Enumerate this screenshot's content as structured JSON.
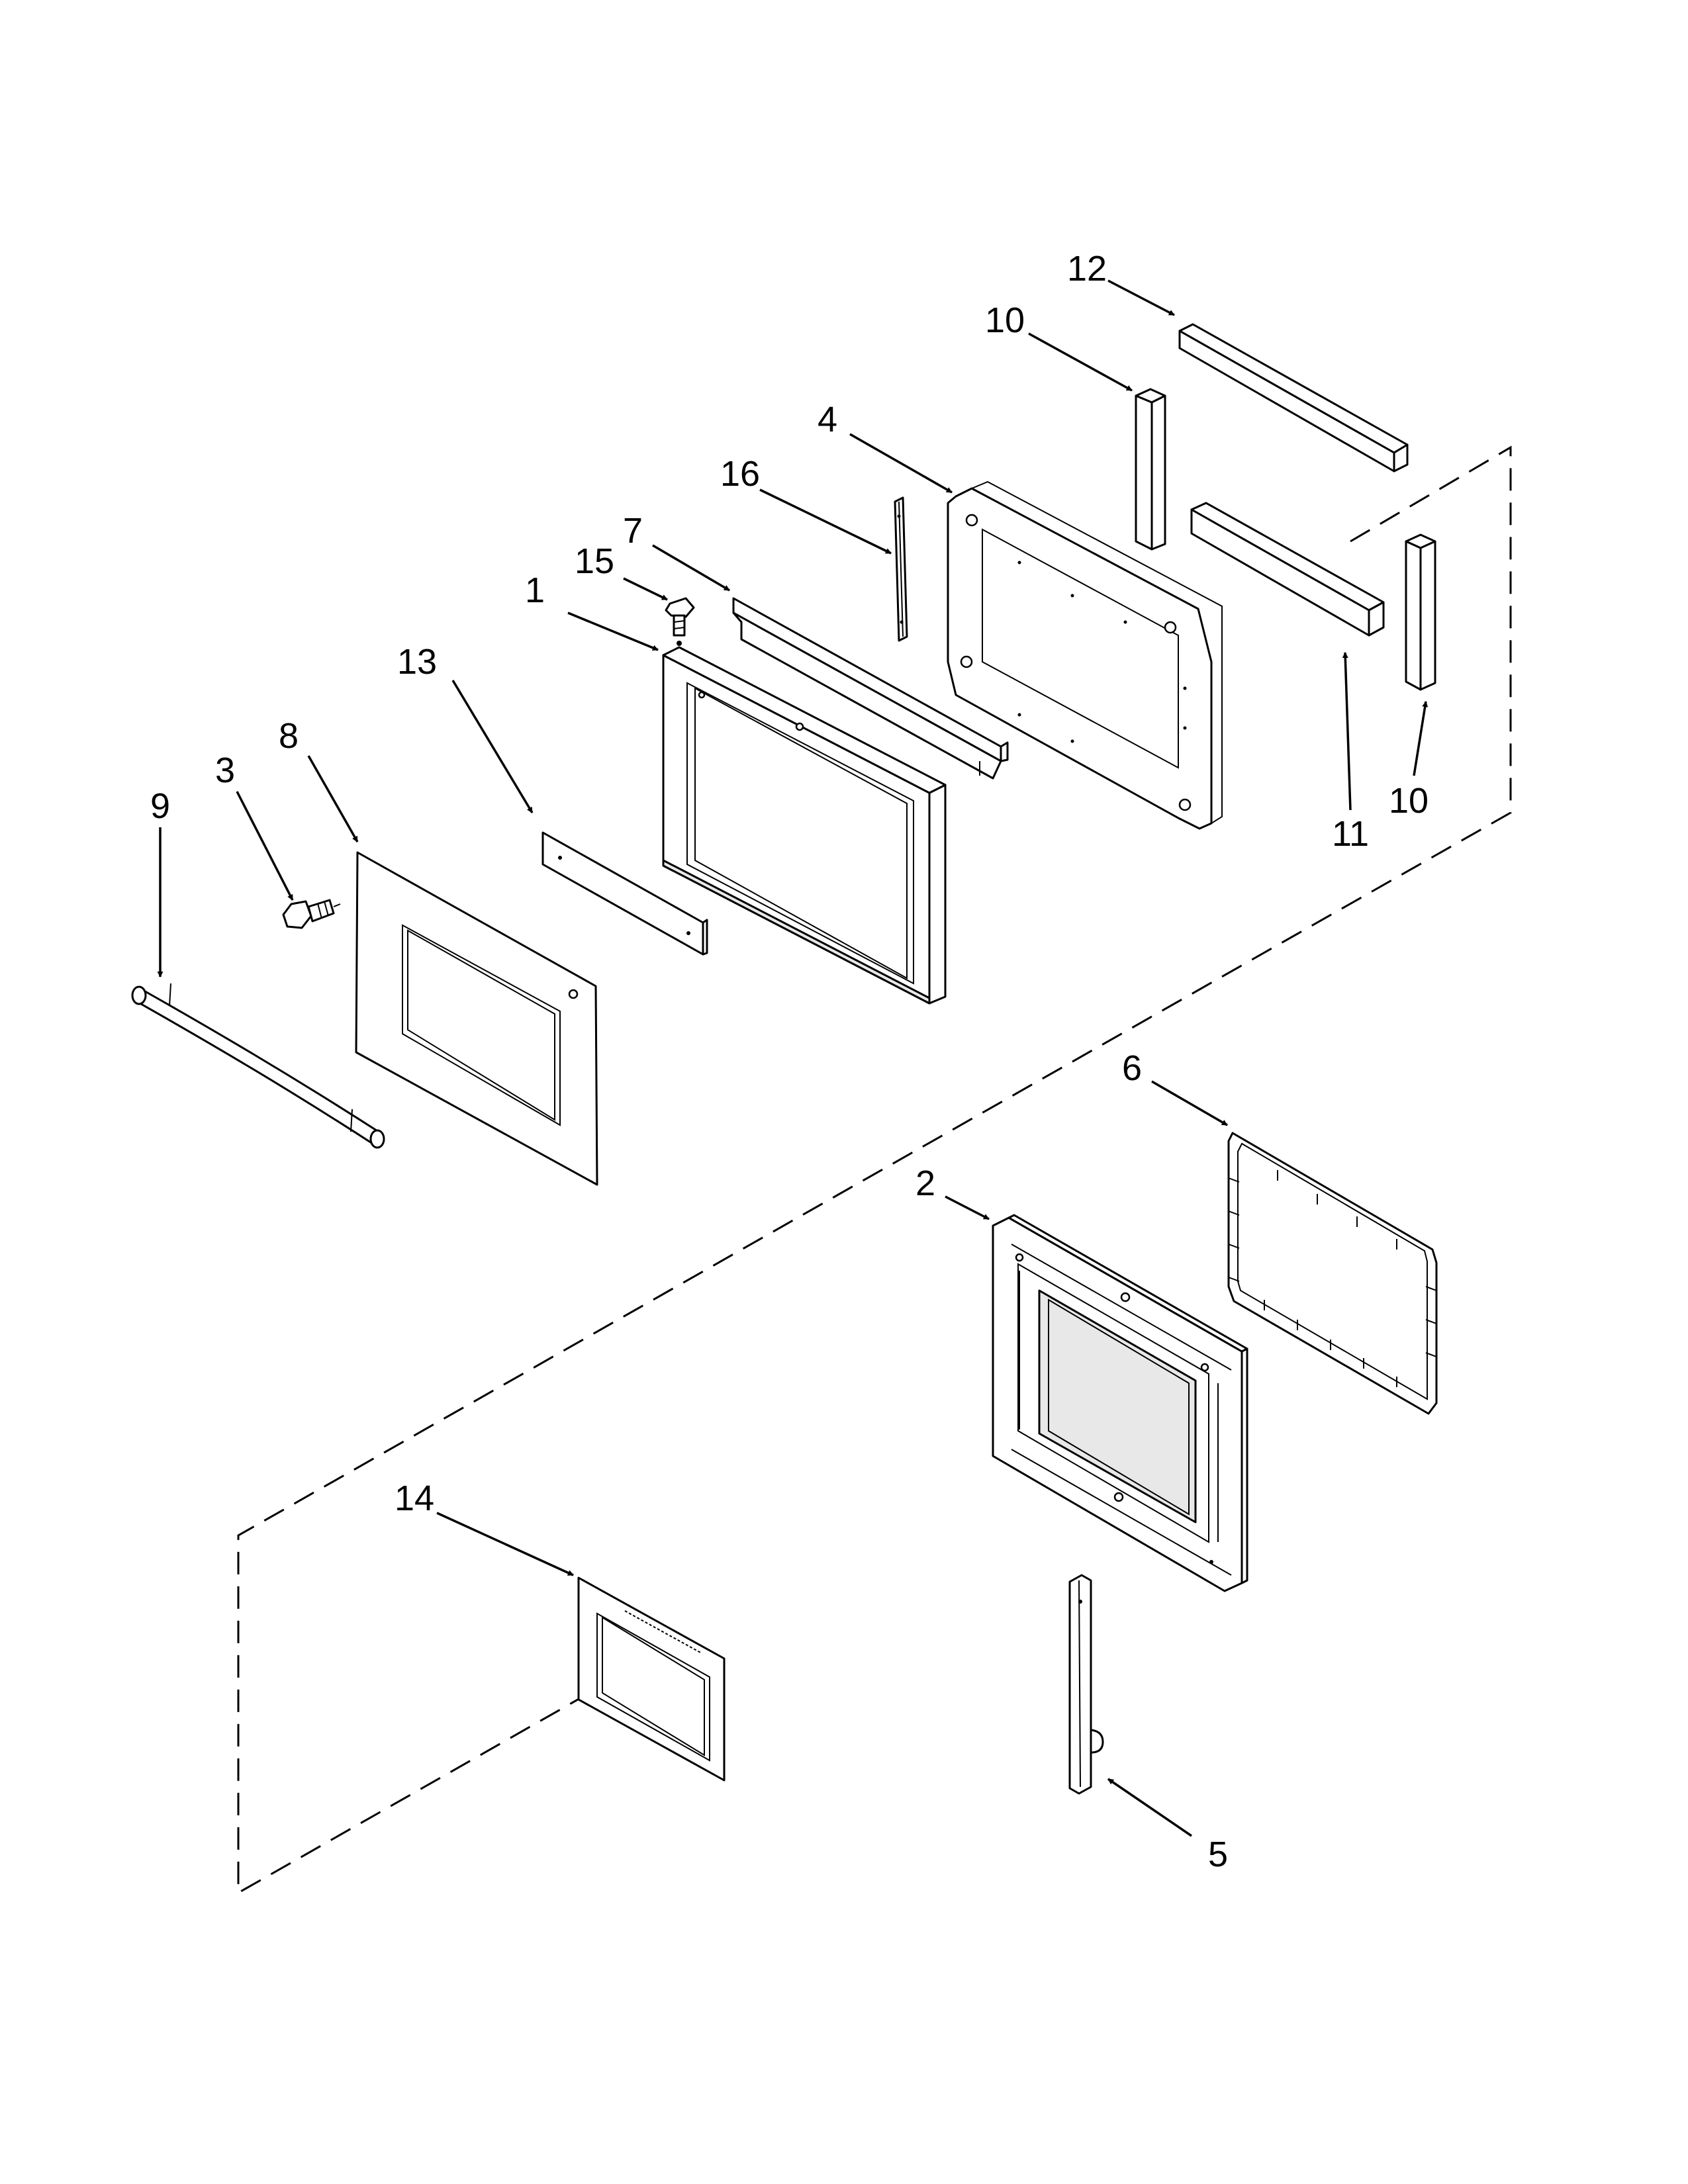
{
  "callouts": {
    "c1": "1",
    "c2": "2",
    "c3": "3",
    "c4": "4",
    "c5": "5",
    "c6": "6",
    "c7": "7",
    "c8": "8",
    "c9": "9",
    "c10a": "10",
    "c10b": "10",
    "c11": "11",
    "c12": "12",
    "c13": "13",
    "c14": "14",
    "c15": "15",
    "c16": "16"
  }
}
